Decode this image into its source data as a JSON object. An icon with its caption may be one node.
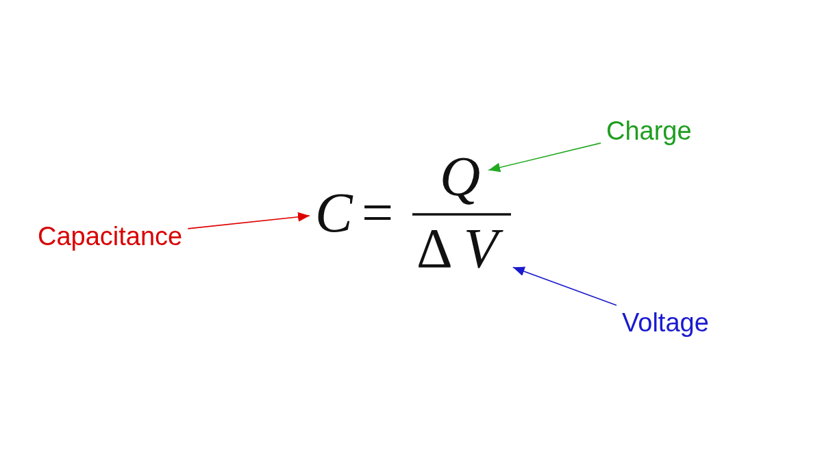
{
  "diagram": {
    "nodes": [
      {
        "text": [
          "Capacitance"
        ]
      },
      {
        "text": [
          "C"
        ]
      },
      {
        "text": [
          "Q"
        ]
      },
      {
        "text": [
          "Δ *V*"
        ]
      },
      {
        "text": [
          "Charge"
        ]
      },
      {
        "text": [
          "Voltage"
        ]
      }
    ],
    "edges": [
      {
        "from": 0,
        "to": 1,
        "arrow": "to",
        "color": "#dd0000"
      },
      {
        "from": 4,
        "to": 2,
        "arrow": "to",
        "color": "#22aa22"
      },
      {
        "from": 5,
        "to": 3,
        "arrow": "to",
        "color": "#1a1acc"
      }
    ],
    "labels": [
      "="
    ]
  }
}
